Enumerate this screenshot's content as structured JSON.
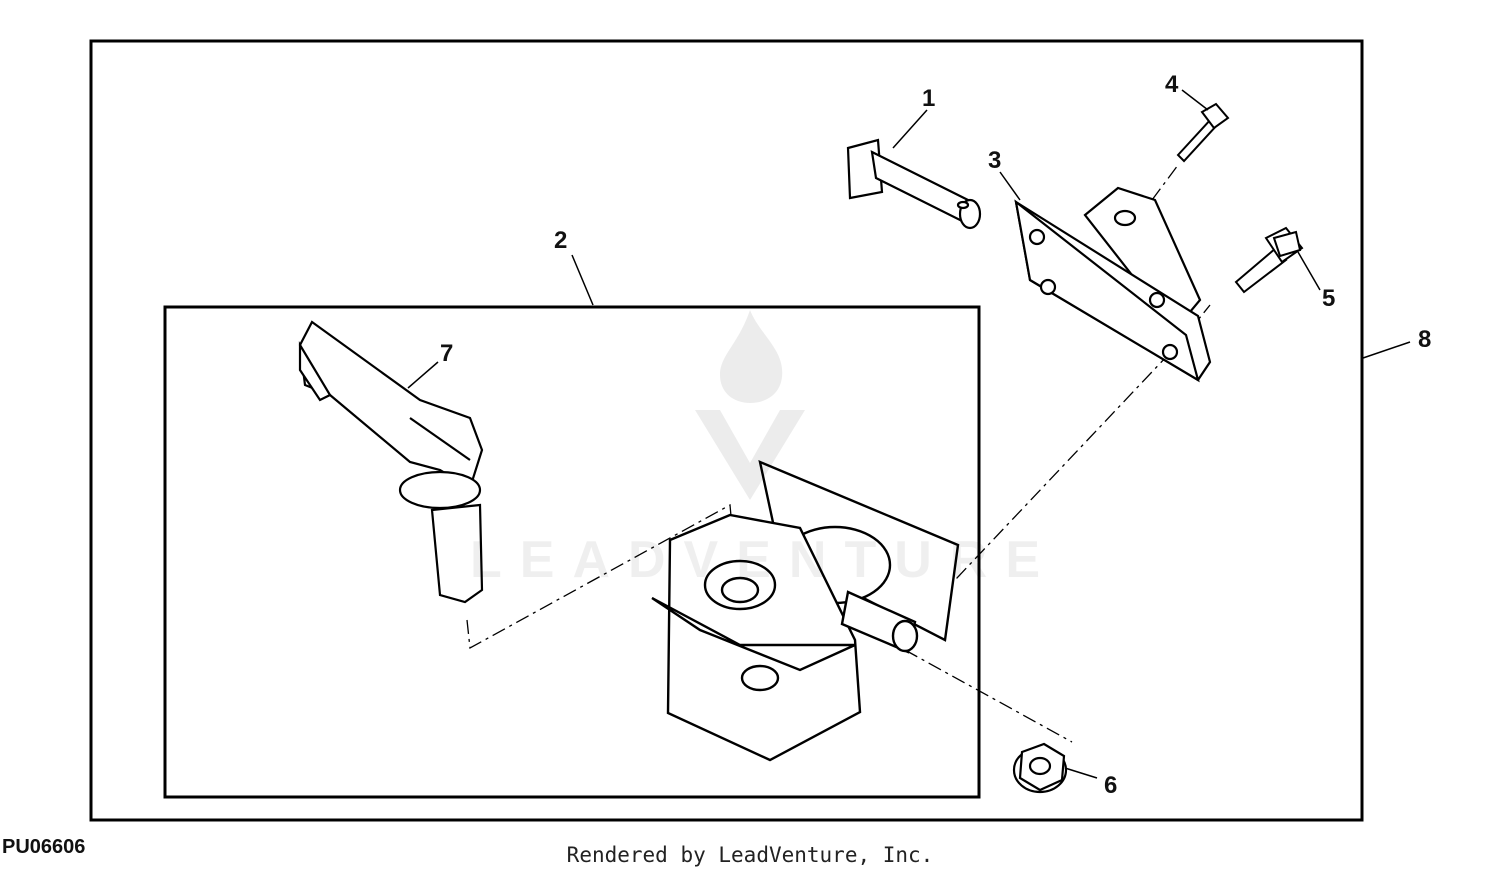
{
  "diagram": {
    "figure_id": "PU06606",
    "credit": "Rendered by LeadVenture, Inc.",
    "watermark": "LEADVENTURE",
    "callouts": [
      "1",
      "2",
      "3",
      "4",
      "5",
      "6",
      "7",
      "8"
    ]
  }
}
